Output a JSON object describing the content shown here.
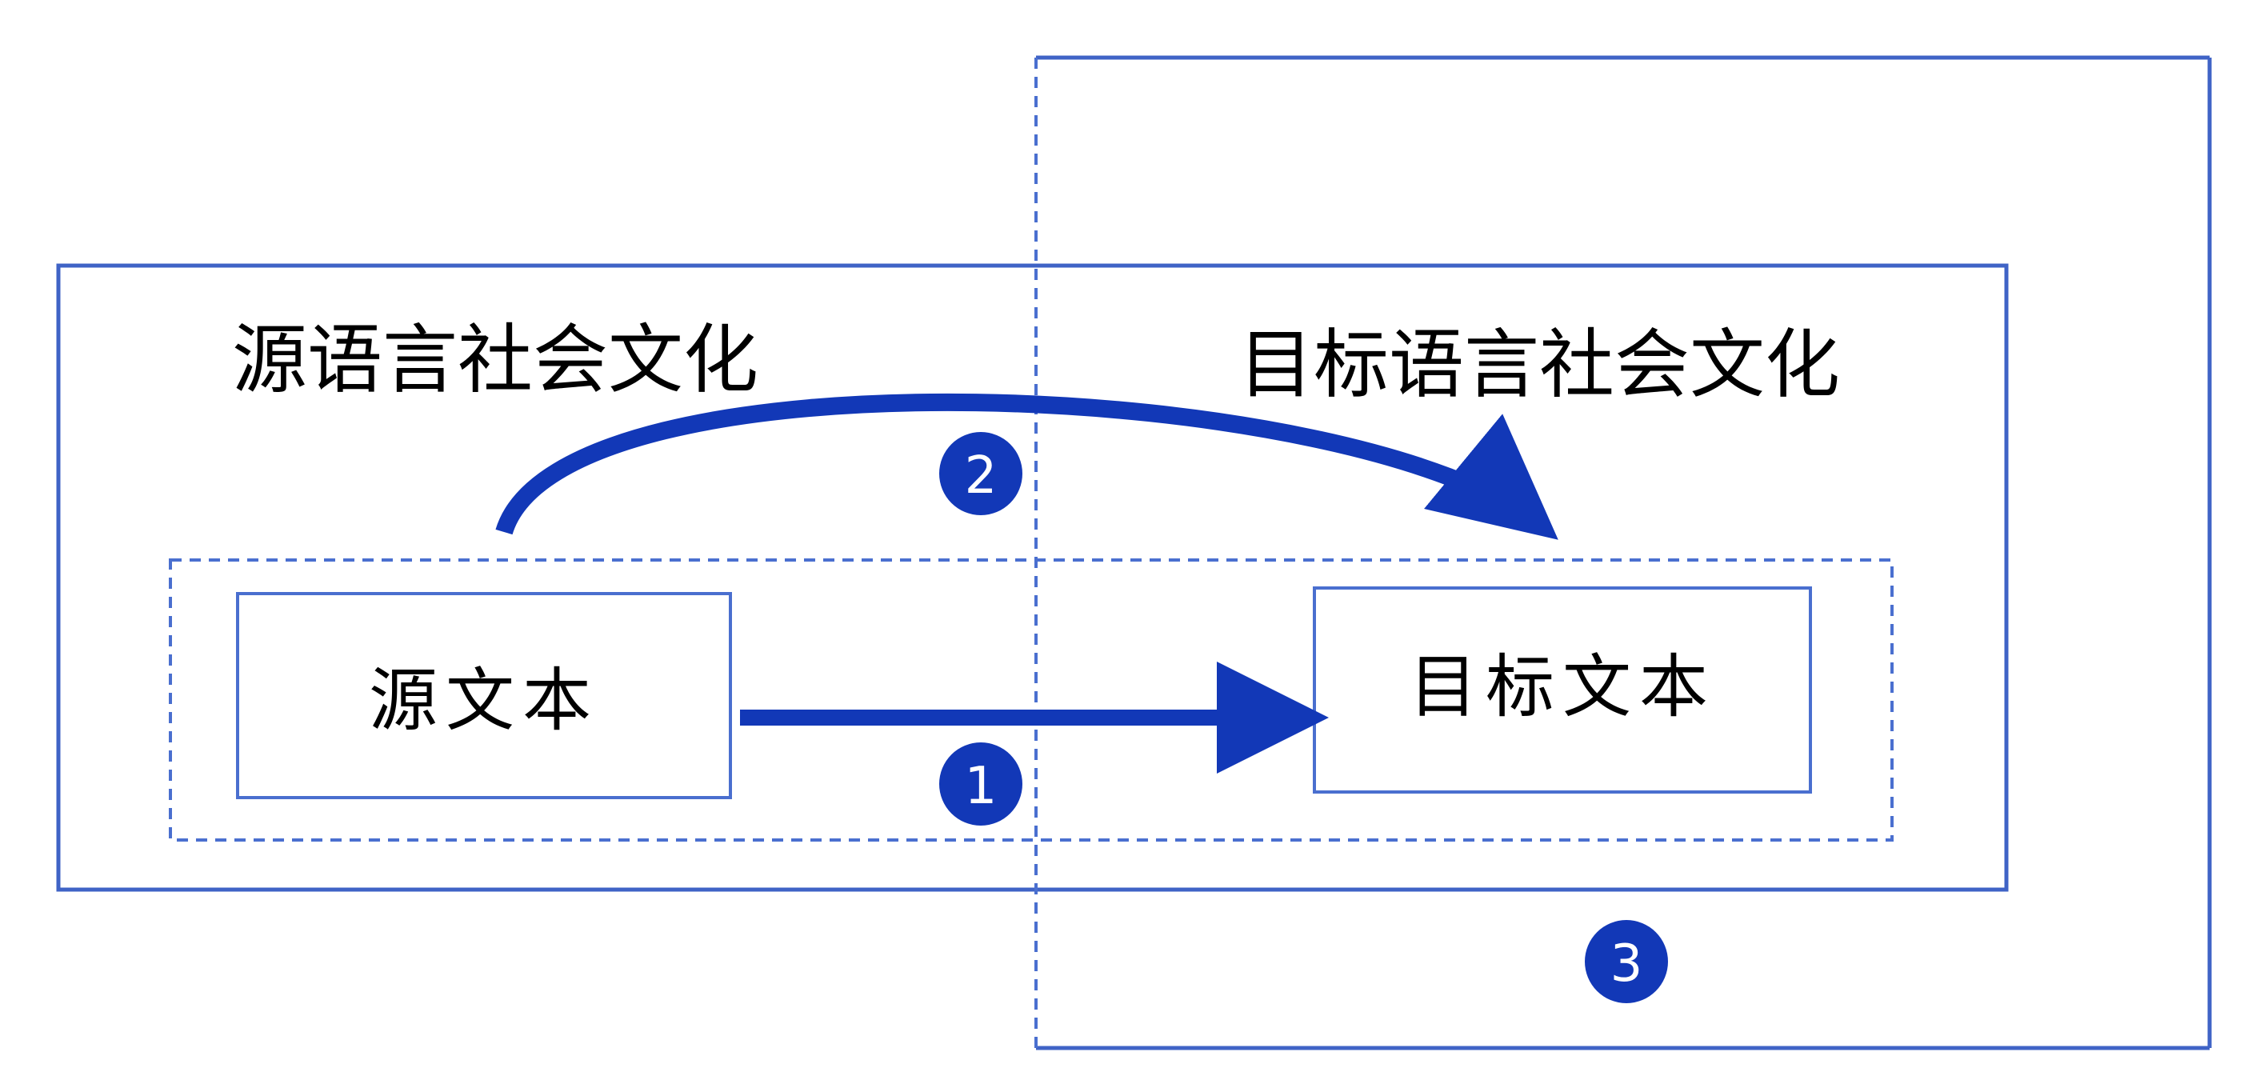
{
  "labels": {
    "source_culture": "源语言社会文化",
    "target_culture": "目标语言社会文化",
    "source_text": "源文本",
    "target_text": "目标文本"
  },
  "markers": {
    "one": "1",
    "two": "2",
    "three": "3"
  },
  "colors": {
    "line": "#3f63c6",
    "dashed": "#4a6fcf",
    "arrow": "#1238b7",
    "marker_fill": "#1238b7",
    "marker_text": "#ffffff",
    "box_stroke": "#4a6fcf",
    "text": "#000000"
  }
}
